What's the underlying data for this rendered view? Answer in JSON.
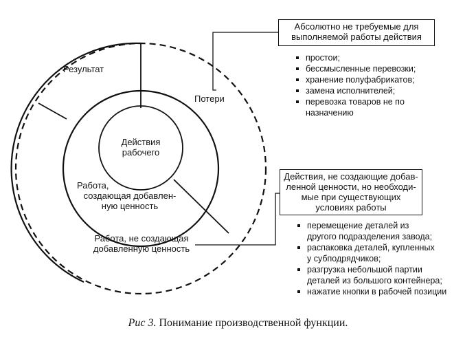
{
  "diagram": {
    "center": [
      "Действия",
      "рабочего"
    ],
    "result": "Результат",
    "losses": "Потери",
    "work_adding": [
      "Работа,",
      "создающая добавлен-",
      "ную ценность"
    ],
    "work_nonadding": [
      "Работа, не создающая",
      "добавленную ценность"
    ]
  },
  "box_top": {
    "lines": [
      "Абсолютно не требуемые для",
      "выполняемой работы действия"
    ],
    "items": [
      "простои;",
      "бессмысленные перевозки;",
      "хранение полуфабрикатов;",
      "замена исполнителей;",
      "перевозка товаров не по",
      "назначению"
    ]
  },
  "box_bottom": {
    "lines": [
      "Действия, не создающие добав-",
      "ленной ценности, но необходи-",
      "мые при существующих",
      "условиях работы"
    ],
    "items": [
      "перемещение деталей из",
      "другого подразделения завода;",
      "распаковка деталей, купленных",
      "у субподрядчиков;",
      "разгрузка небольшой партии",
      "деталей из большого контейнера;",
      "нажатие кнопки в рабочей позиции"
    ]
  },
  "caption": {
    "prefix": "Рис 3.",
    "text": "Понимание производственной функции."
  }
}
